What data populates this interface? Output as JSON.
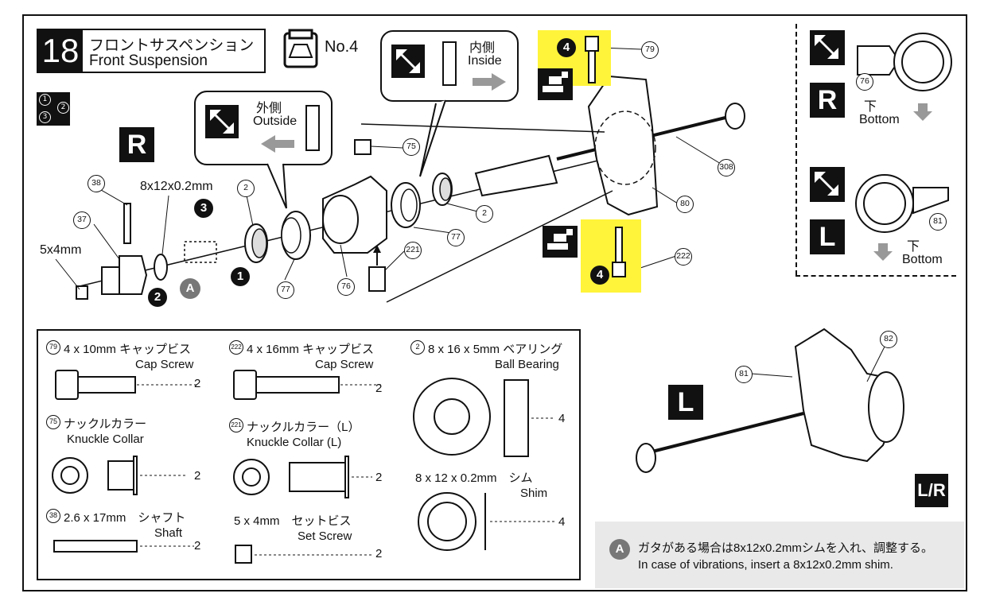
{
  "step": {
    "number": "18",
    "title_jp": "フロントサスペンション",
    "title_en": "Front Suspension"
  },
  "bag": {
    "label": "No.4"
  },
  "callouts": {
    "inside_jp": "内側",
    "inside_en": "Inside",
    "outside_jp": "外側",
    "outside_en": "Outside"
  },
  "side_letters": {
    "r": "R",
    "l": "L",
    "lr": "L/R"
  },
  "side_panel": {
    "bottom_jp": "下",
    "bottom_en": "Bottom"
  },
  "order_icon": {
    "n1": "1",
    "n2": "2",
    "n3": "3"
  },
  "diagram": {
    "part_38": "38",
    "part_37": "37",
    "part_2a": "2",
    "part_2b": "2",
    "part_77a": "77",
    "part_77b": "77",
    "part_76": "76",
    "part_75": "75",
    "part_221": "221",
    "part_79": "79",
    "part_80": "80",
    "part_308": "308",
    "part_222": "222",
    "part_76_side": "76",
    "part_81_side": "81",
    "part_81_bottom": "81",
    "part_82": "82",
    "shim_label": "8x12x0.2mm",
    "setscrew_label": "5x4mm",
    "step1": "1",
    "step2": "2",
    "step3": "3",
    "step4a": "4",
    "step4b": "4",
    "mark_a": "A"
  },
  "parts_list": [
    {
      "id": "79",
      "jp": "4 x 10mm キャップビス",
      "en": "Cap Screw",
      "qty": "2"
    },
    {
      "id": "222",
      "jp": "4 x 16mm キャップビス",
      "en": "Cap Screw",
      "qty": "2"
    },
    {
      "id": "2",
      "jp": "8 x 16 x 5mm ベアリング",
      "en": "Ball Bearing",
      "qty": "4"
    },
    {
      "id": "75",
      "jp": "ナックルカラー",
      "en": "Knuckle Collar",
      "qty": "2"
    },
    {
      "id": "221",
      "jp": "ナックルカラー（L）",
      "en": "Knuckle Collar (L)",
      "qty": "2"
    },
    {
      "id": "",
      "jp": "8 x 12 x 0.2mm　シム",
      "en": "Shim",
      "qty": "4"
    },
    {
      "id": "38",
      "jp": "2.6 x 17mm　シャフト",
      "en": "Shaft",
      "qty": "2"
    },
    {
      "id": "",
      "jp": "5 x 4mm　セットビス",
      "en": "Set Screw",
      "qty": "2"
    }
  ],
  "note": {
    "mark": "A",
    "jp": "ガタがある場合は8x12x0.2mmシムを入れ、調整する。",
    "en": "In case of vibrations, insert a 8x12x0.2mm shim."
  },
  "colors": {
    "highlight": "#fff43a",
    "ink": "#111111",
    "note_bg": "#e9e9e9"
  }
}
